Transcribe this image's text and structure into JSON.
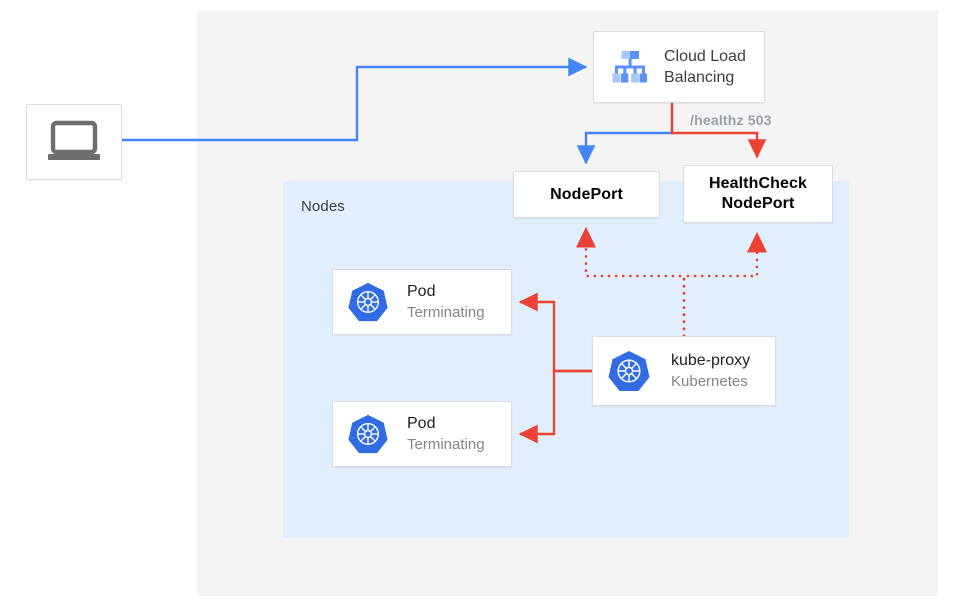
{
  "diagram": {
    "title": "Kubernetes NodePort health check with terminating pods",
    "background_color": "#ffffff",
    "panel_color": "#f4f4f4",
    "region_color": "#e1effc",
    "flow_colors": {
      "traffic_blue": "#4285f4",
      "healthcheck_red": "#ea4335",
      "kubernetes_blue": "#326ce5",
      "muted_text": "#80868b"
    }
  },
  "nodes_region": {
    "label": "Nodes"
  },
  "client": {
    "icon": "laptop-icon"
  },
  "cloud_load_balancing": {
    "icon": "cloud-load-balancing-icon",
    "title_line1": "Cloud Load",
    "title_line2": "Balancing"
  },
  "nodeport": {
    "label": "NodePort"
  },
  "healthcheck_nodeport": {
    "label_line1": "HealthCheck",
    "label_line2": "NodePort"
  },
  "pods": [
    {
      "icon": "kubernetes-icon",
      "title": "Pod",
      "subtitle": "Terminating"
    },
    {
      "icon": "kubernetes-icon",
      "title": "Pod",
      "subtitle": "Terminating"
    }
  ],
  "kube_proxy": {
    "icon": "kubernetes-icon",
    "title": "kube-proxy",
    "subtitle": "Kubernetes"
  },
  "edges": {
    "healthz_label": "/healthz 503"
  }
}
